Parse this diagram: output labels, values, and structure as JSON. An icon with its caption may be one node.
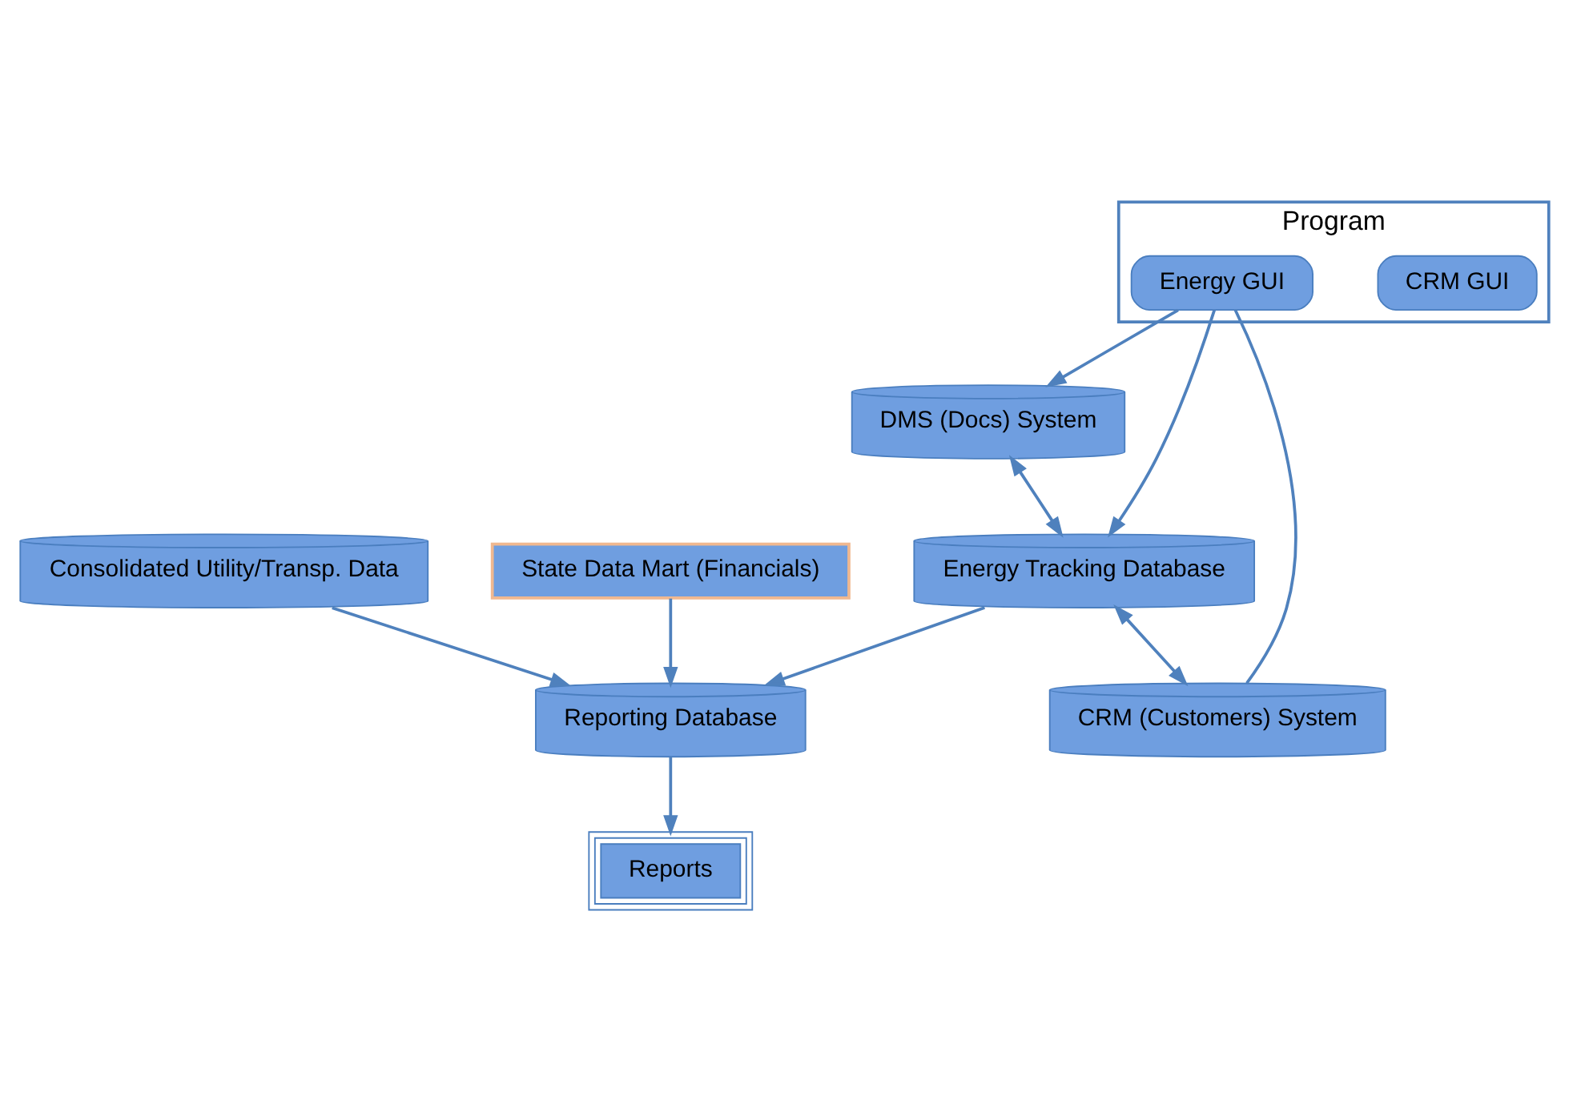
{
  "diagram": {
    "nodes": [
      {
        "text": [
          "Program"
        ]
      },
      {
        "text": [
          "CRM GUI"
        ],
        "in": 0
      },
      {
        "text": [
          "Energy GUI"
        ],
        "in": 0
      },
      {
        "text": [
          "DMS (Docs) System"
        ]
      },
      {
        "text": [
          "Consolidated Utility/Transp. Data"
        ]
      },
      {
        "text": [
          "Energy Tracking Database"
        ]
      },
      {
        "text": [
          "Reporting Database"
        ]
      },
      {
        "text": [
          "CRM (Customers) System"
        ]
      },
      {
        "text": [
          "Reports"
        ]
      },
      {
        "text": [
          "State Data Mart (Financials)"
        ]
      }
    ],
    "edges": [
      {
        "from": 2,
        "to": 3,
        "arrow": "to"
      },
      {
        "from": 2,
        "to": 5,
        "arrow": "to"
      },
      {
        "from": 2,
        "to": 7,
        "arrow": "none"
      },
      {
        "from": 3,
        "to": 5,
        "arrow": "both"
      },
      {
        "from": 5,
        "to": 7,
        "arrow": "both"
      },
      {
        "from": 5,
        "to": 6,
        "arrow": "to"
      },
      {
        "from": 4,
        "to": 6,
        "arrow": "to"
      },
      {
        "from": 9,
        "to": 6,
        "arrow": "to"
      },
      {
        "from": 6,
        "to": 8,
        "arrow": "to"
      }
    ]
  }
}
